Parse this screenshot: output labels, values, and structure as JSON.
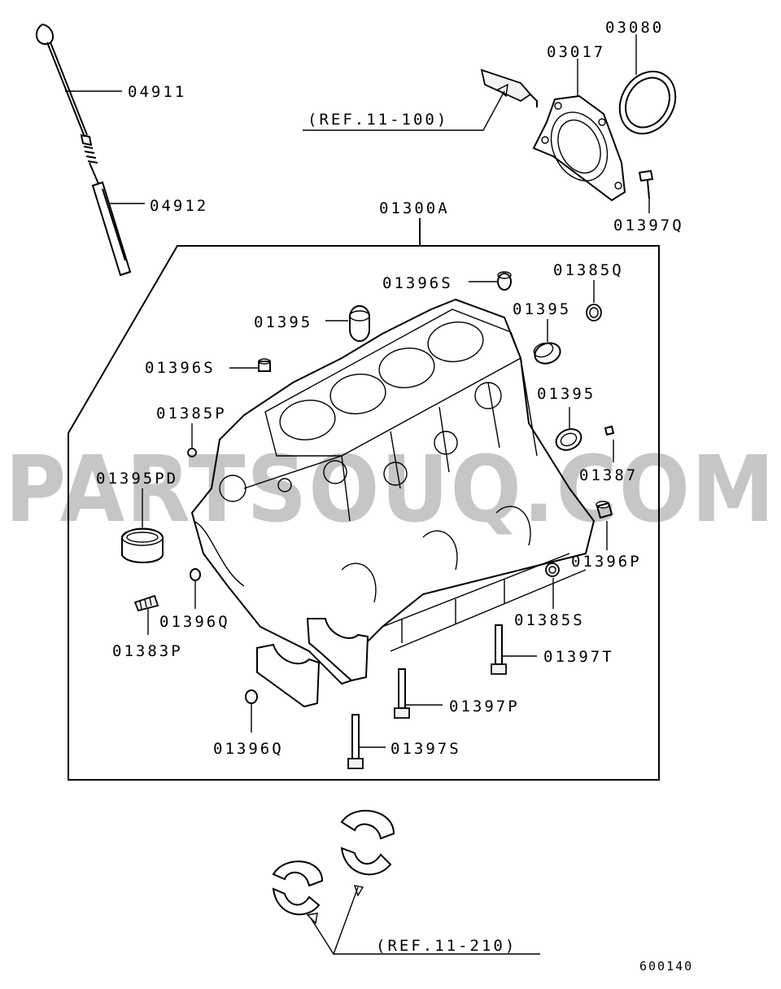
{
  "labels": {
    "p04911": "04911",
    "p04912": "04912",
    "p03080": "03080",
    "p03017": "03017",
    "ref_top": "(REF.11-100)",
    "p01397Q": "01397Q",
    "p01300A": "01300A",
    "p01385Q": "01385Q",
    "p01396S_top": "01396S",
    "p01395_left": "01395",
    "p01395_right": "01395",
    "p01396S_left": "01396S",
    "p01395_mid": "01395",
    "p01385P": "01385P",
    "p01387": "01387",
    "p01395PD": "01395PD",
    "p01396P": "01396P",
    "p01385S": "01385S",
    "p01396Q_left": "01396Q",
    "p01383P": "01383P",
    "p01397T": "01397T",
    "p01397P": "01397P",
    "p01396Q_bottom": "01396Q",
    "p01397S": "01397S",
    "ref_bottom": "(REF.11-210)",
    "diagram_code": "600140"
  },
  "watermark": "PARTSOUQ.COM"
}
